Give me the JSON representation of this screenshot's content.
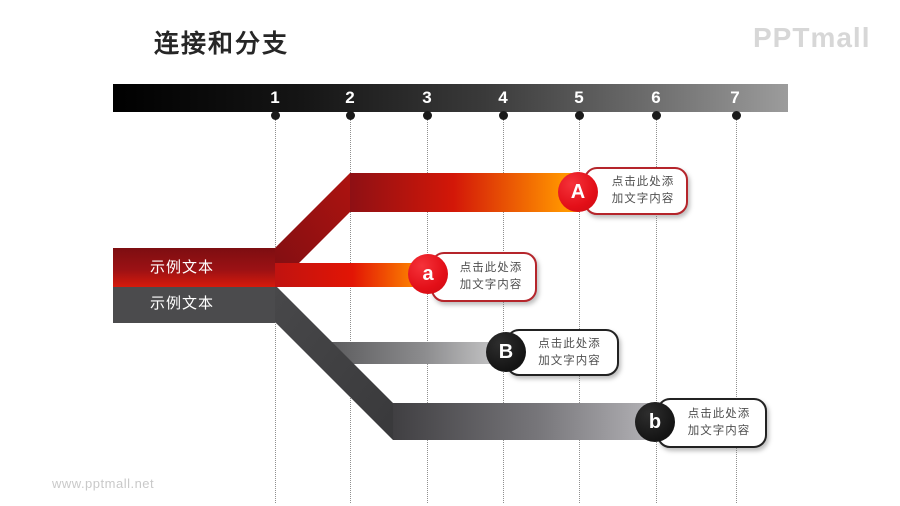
{
  "page": {
    "title": "连接和分支",
    "brand_logo": "PPTmall",
    "watermark": "www.pptmall.net"
  },
  "timeline": {
    "labels": [
      "1",
      "2",
      "3",
      "4",
      "5",
      "6",
      "7"
    ]
  },
  "source_bars": {
    "red": {
      "label": "示例文本"
    },
    "gray": {
      "label": "示例文本"
    }
  },
  "branches": {
    "A": {
      "marker": "A",
      "line1": "点击此处添",
      "line2": "加文字内容"
    },
    "a": {
      "marker": "a",
      "line1": "点击此处添",
      "line2": "加文字内容"
    },
    "B": {
      "marker": "B",
      "line1": "点击此处添",
      "line2": "加文字内容"
    },
    "b": {
      "marker": "b",
      "line1": "点击此处添",
      "line2": "加文字内容"
    }
  },
  "colors": {
    "red_dark": "#7f0e12",
    "red_bright": "#e21505",
    "orange_end": "#ff9200",
    "gray_dark": "#3d3d3f",
    "gray_light": "#c4c4c6",
    "timeline_left": "#000000",
    "timeline_right": "#9c9c9c",
    "callout_red_border": "#b5252b",
    "callout_dark_border": "#222222"
  }
}
